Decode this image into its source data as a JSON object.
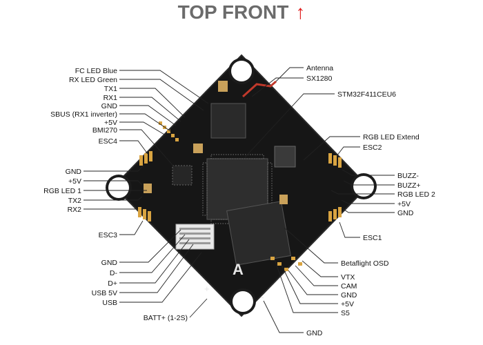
{
  "title": "TOP FRONT",
  "title_arrow": "↑",
  "title_arrow_color": "#e01b1b",
  "board_color": "#141414",
  "pad_color": "#d9a441",
  "labels": {
    "left": [
      "FC LED Blue",
      "RX LED Green",
      "TX1",
      "RX1",
      "GND",
      "SBUS (RX1 inverter)",
      "+5V",
      "BMI270",
      "ESC4",
      "GND",
      "+5V",
      "RGB LED 1",
      "TX2",
      "RX2",
      "ESC3",
      "GND",
      "D-",
      "D+",
      "USB 5V",
      "USB",
      "BATT+ (1-2S)"
    ],
    "right": [
      "Antenna",
      "SX1280",
      "STM32F411CEU6",
      "RGB LED Extend",
      "ESC2",
      "BUZZ-",
      "BUZZ+",
      "RGB LED 2",
      "+5V",
      "GND",
      "ESC1",
      "Betaflight OSD",
      "VTX",
      "CAM",
      "GND",
      "+5V",
      "S5",
      "GND"
    ]
  }
}
